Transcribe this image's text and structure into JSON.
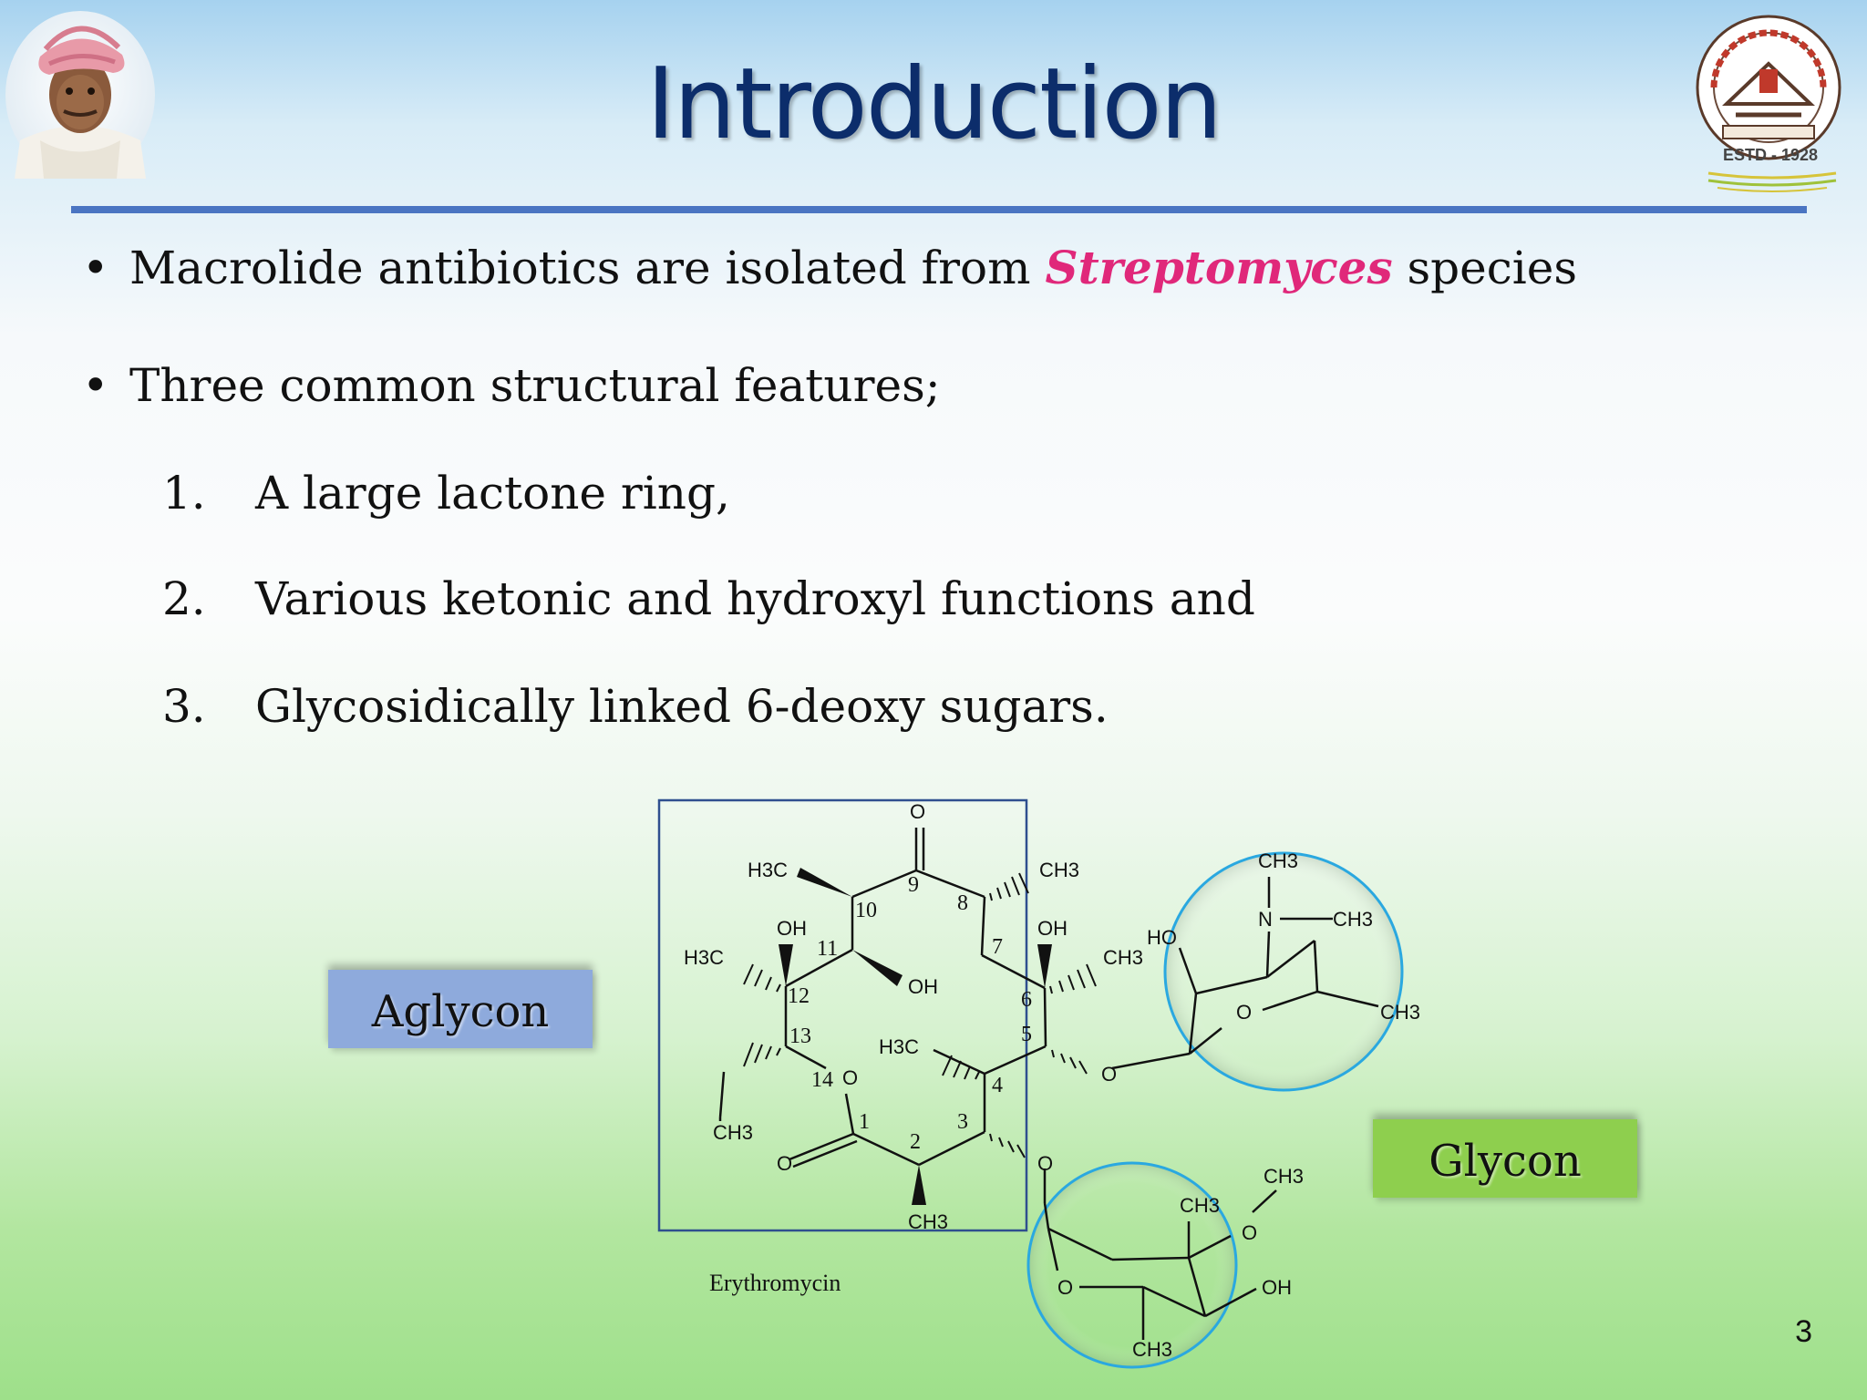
{
  "title": "Introduction",
  "logo": {
    "text": "ESTD - 1928",
    "icon": "college-emblem"
  },
  "portrait": {
    "icon": "founder-portrait"
  },
  "bullets": [
    {
      "before": "Macrolide antibiotics are isolated from ",
      "emphasis": "Streptomyces",
      "after": " species"
    },
    {
      "text": "Three common structural features;"
    }
  ],
  "features": [
    {
      "num": "1.",
      "text": "A large lactone ring,"
    },
    {
      "num": "2.",
      "text": "Various ketonic and hydroxyl functions and"
    },
    {
      "num": "3.",
      "text": "Glycosidically linked 6-deoxy sugars."
    }
  ],
  "labels": {
    "aglycon": "Aglycon",
    "glycon": "Glycon"
  },
  "molecule": {
    "name": "Erythromycin",
    "ring_numbers": [
      "1",
      "2",
      "3",
      "4",
      "5",
      "6",
      "7",
      "8",
      "9",
      "10",
      "11",
      "12",
      "13",
      "14"
    ],
    "groups": {
      "ch3": "CH3",
      "h3c": "H3C",
      "oh": "OH",
      "ho": "HO",
      "o": "O",
      "n": "N"
    }
  },
  "page_number": "3",
  "colors": {
    "title": "#0c2d6b",
    "rule": "#4a75c2",
    "emphasis": "#e0287a",
    "aglycon_box": "#8eaadc",
    "glycon_box": "#8ecf4e",
    "sugar_circle": "#2aa8e0",
    "aglycon_frame": "#2f4f8f"
  }
}
